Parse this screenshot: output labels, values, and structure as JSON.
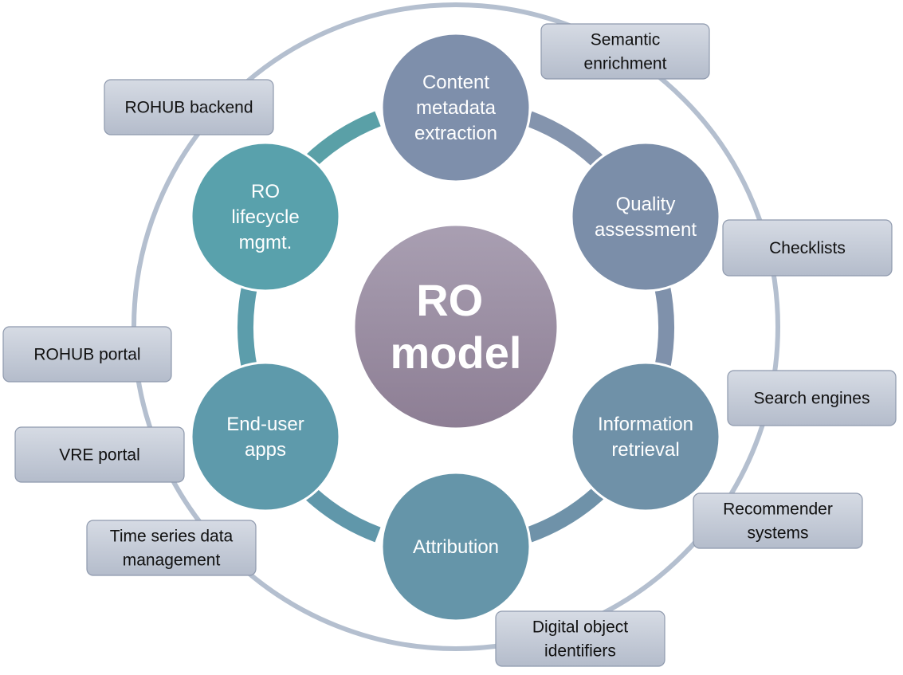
{
  "diagram": {
    "center": {
      "lines": [
        "RO",
        "model"
      ]
    },
    "nodes": [
      {
        "id": "content-metadata-extraction",
        "lines": [
          "Content",
          "metadata",
          "extraction"
        ],
        "color": "#7e8fab"
      },
      {
        "id": "quality-assessment",
        "lines": [
          "Quality",
          "assessment"
        ],
        "color": "#7b8ea9"
      },
      {
        "id": "information-retrieval",
        "lines": [
          "Information",
          "retrieval"
        ],
        "color": "#6f91a8"
      },
      {
        "id": "attribution",
        "lines": [
          "Attribution"
        ],
        "color": "#6595a9"
      },
      {
        "id": "end-user-apps",
        "lines": [
          "End-user",
          "apps"
        ],
        "color": "#5e9aab"
      },
      {
        "id": "ro-lifecycle-mgmt",
        "lines": [
          "RO",
          "lifecycle",
          "mgmt."
        ],
        "color": "#59a1ac"
      }
    ],
    "boxes": [
      {
        "id": "semantic-enrichment",
        "lines": [
          "Semantic",
          "enrichment"
        ]
      },
      {
        "id": "rohub-backend",
        "lines": [
          "ROHUB backend"
        ]
      },
      {
        "id": "checklists",
        "lines": [
          "Checklists"
        ]
      },
      {
        "id": "rohub-portal",
        "lines": [
          "ROHUB portal"
        ]
      },
      {
        "id": "search-engines",
        "lines": [
          "Search engines"
        ]
      },
      {
        "id": "vre-portal",
        "lines": [
          "VRE portal"
        ]
      },
      {
        "id": "recommender-systems",
        "lines": [
          "Recommender",
          "systems"
        ]
      },
      {
        "id": "time-series-data-management",
        "lines": [
          "Time series data",
          "management"
        ]
      },
      {
        "id": "digital-object-identifiers",
        "lines": [
          "Digital object",
          "identifiers"
        ]
      }
    ],
    "colors": {
      "outer_ring": "#b4bfcf",
      "inner_ring_teal": "#5aa0a7",
      "inner_ring_slate": "#8494ad",
      "center_top": "#a99fb2",
      "center_bottom": "#8d7e94",
      "box_top": "#d6dbe4",
      "box_bottom": "#b4bccb",
      "box_border": "#8e99ad"
    }
  }
}
